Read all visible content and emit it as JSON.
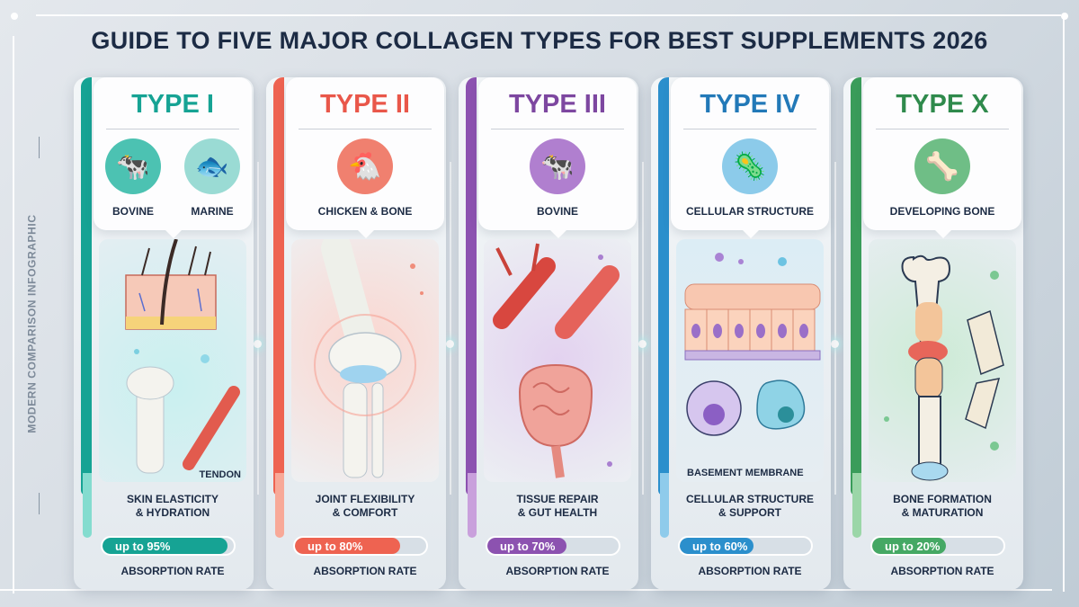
{
  "title": "GUIDE TO FIVE MAJOR COLLAGEN TYPES FOR BEST SUPPLEMENTS 2026",
  "side_label": "MODERN COMPARISON INFOGRAPHIC",
  "cards": [
    {
      "type": "TYPE I",
      "color": "#16a394",
      "light": "#84dccf",
      "sources": [
        {
          "label": "BOVINE",
          "icon": "cow-icon",
          "glyph": "🐄",
          "bg": "#4cc2b2"
        },
        {
          "label": "MARINE",
          "icon": "fish-icon",
          "glyph": "🐟",
          "bg": "#9adbd4"
        }
      ],
      "illustration": {
        "name": "skin-joint-tendon-illustration",
        "caption": "TENDON",
        "bg": "#d6eff0"
      },
      "benefit_line1": "SKIN ELASTICITY",
      "benefit_line2": "& HYDRATION",
      "absorption": "up to 95%",
      "absorption_value": 95,
      "absorption_label": "ABSORPTION RATE"
    },
    {
      "type": "TYPE II",
      "color": "#ee6351",
      "light": "#f8a998",
      "sources": [
        {
          "label": "CHICKEN & BONE",
          "icon": "chicken-bone-icon",
          "glyph": "🐔",
          "bg": "#f0806f"
        }
      ],
      "illustration": {
        "name": "knee-joint-illustration",
        "caption": "",
        "bg": "#f7e1de"
      },
      "benefit_line1": "JOINT FLEXIBILITY",
      "benefit_line2": "& COMFORT",
      "absorption": "up to 80%",
      "absorption_value": 80,
      "absorption_label": "ABSORPTION RATE"
    },
    {
      "type": "TYPE III",
      "color": "#8c52b0",
      "light": "#c9a0dc",
      "sources": [
        {
          "label": "BOVINE",
          "icon": "cow-icon",
          "glyph": "🐄",
          "bg": "#b07fcf"
        }
      ],
      "illustration": {
        "name": "blood-vessel-muscle-gut-illustration",
        "caption": "",
        "bg": "#eadff1"
      },
      "benefit_line1": "TISSUE REPAIR",
      "benefit_line2": "& GUT HEALTH",
      "absorption": "up to 70%",
      "absorption_value": 70,
      "absorption_label": "ABSORPTION RATE"
    },
    {
      "type": "TYPE IV",
      "color": "#2b8fcc",
      "light": "#8fcbeb",
      "sources": [
        {
          "label": "CELLULAR STRUCTURE",
          "icon": "cell-icon",
          "glyph": "🦠",
          "bg": "#8ccbea"
        }
      ],
      "illustration": {
        "name": "basement-membrane-illustration",
        "caption": "BASEMENT MEMBRANE",
        "bg": "#dbeef6"
      },
      "benefit_line1": "CELLULAR STRUCTURE",
      "benefit_line2": "& SUPPORT",
      "absorption": "up to 60%",
      "absorption_value": 60,
      "absorption_label": "ABSORPTION RATE"
    },
    {
      "type": "TYPE X",
      "color": "#3a9c5a",
      "light": "#9bd6a8",
      "sources": [
        {
          "label": "DEVELOPING BONE",
          "icon": "bone-icon",
          "glyph": "🦴",
          "bg": "#6fbe86"
        }
      ],
      "illustration": {
        "name": "bone-growth-illustration",
        "caption": "",
        "bg": "#ddefe3"
      },
      "benefit_line1": "BONE FORMATION",
      "benefit_line2": "& MATURATION",
      "absorption": "up to 20%",
      "absorption_value": 20,
      "absorption_label": "ABSORPTION RATE"
    }
  ]
}
